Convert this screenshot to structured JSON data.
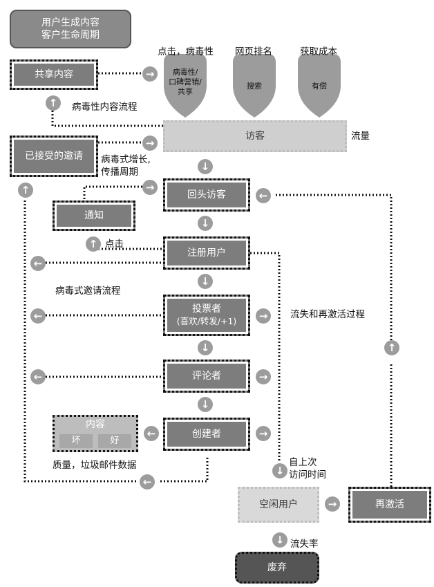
{
  "title": {
    "line1": "用户生成内容",
    "line2": "客户生命周期"
  },
  "drops": {
    "viral": {
      "caption": "点击，病毒性",
      "inner": [
        "病毒性/",
        "口碑营销/",
        "共享"
      ]
    },
    "search": {
      "caption": "网页排名",
      "inner": "搜索"
    },
    "paid": {
      "caption": "获取成本",
      "inner": "有偿"
    }
  },
  "boxes": {
    "shared": "共享内容",
    "accepted": "已接受的邀请",
    "notify": "通知",
    "visitor": "访客",
    "returning": "回头访客",
    "registered": "注册用户",
    "voter": [
      "投票者",
      "(喜欢/转发/+1)"
    ],
    "commenter": "评论者",
    "creator": "创建者",
    "content": {
      "title": "内容",
      "bad": "坏",
      "good": "好"
    },
    "idle": "空闲用户",
    "reactivate": "再激活",
    "discard": "废弃"
  },
  "labels": {
    "viral_flow": "病毒性内容流程",
    "traffic": "流量",
    "viral_growth": [
      "病毒式增长,",
      "传播周期"
    ],
    "click": "点击",
    "viral_invite": "病毒式邀请流程",
    "churn": "流失和再激活过程",
    "quality": "质量，垃圾邮件数据",
    "last_visit": [
      "自上次",
      "访问时间"
    ],
    "churn_rate": "流失率"
  },
  "icons": {
    "right": "→",
    "left": "←",
    "down": "↓",
    "up": "↑"
  }
}
